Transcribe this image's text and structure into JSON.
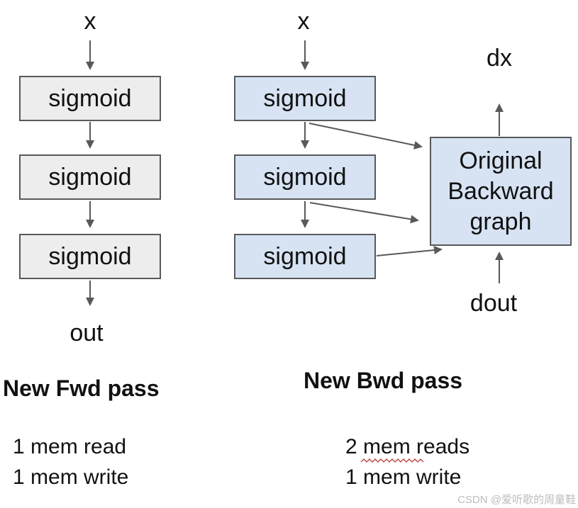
{
  "colors": {
    "fwd_box_fill": "#ededed",
    "bwd_box_fill": "#d7e3f3",
    "box_border": "#58595b",
    "arrow_color": "#58595b",
    "text_color": "#111111",
    "squiggle_color": "#c0504d",
    "watermark_color": "#bcbcbc"
  },
  "fwd": {
    "input_label": "x",
    "boxes": [
      "sigmoid",
      "sigmoid",
      "sigmoid"
    ],
    "output_label": "out",
    "title": "New Fwd pass",
    "stats": [
      "1 mem read",
      "1 mem write"
    ]
  },
  "bwd": {
    "input_label": "x",
    "boxes": [
      "sigmoid",
      "sigmoid",
      "sigmoid"
    ],
    "backward_box_label": "Original Backward graph",
    "dx_label": "dx",
    "dout_label": "dout",
    "title": "New Bwd pass",
    "stat_read_prefix": "2 ",
    "stat_read_word": "mem",
    "stat_read_suffix": " reads",
    "stat_write": "1 mem write"
  },
  "watermark": "CSDN @爱听歌的周童鞋"
}
